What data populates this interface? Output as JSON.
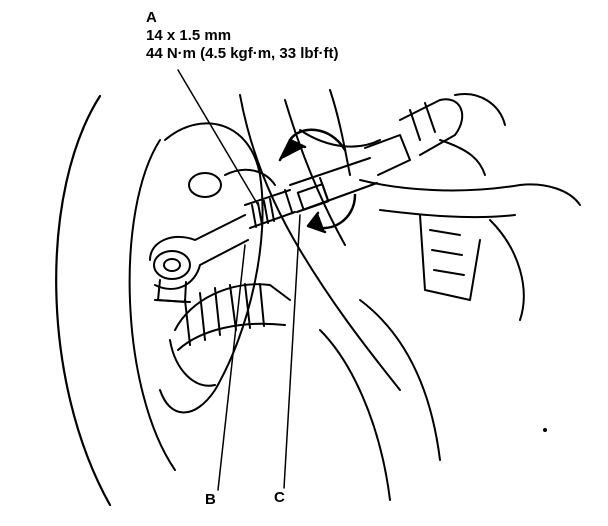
{
  "callouts": {
    "a": {
      "letter": "A",
      "thread": "14 x 1.5 mm",
      "torque": "44 N·m (4.5 kgf·m, 33 lbf·ft)"
    },
    "b": {
      "letter": "B"
    },
    "c": {
      "letter": "C"
    }
  }
}
